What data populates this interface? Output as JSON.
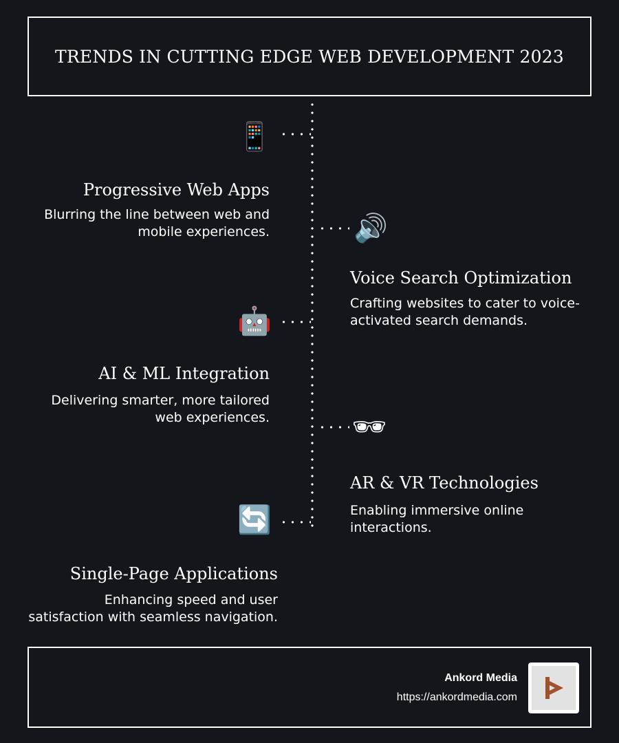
{
  "header": {
    "title": "TRENDS IN CUTTING EDGE WEB DEVELOPMENT 2023"
  },
  "trends": [
    {
      "icon": "mobile-phone-icon",
      "glyph": "📱",
      "title": "Progressive Web Apps",
      "description_lines": [
        "Blurring the line between web and",
        "mobile experiences."
      ]
    },
    {
      "icon": "speaker-icon",
      "glyph": "🔊",
      "title": "Voice Search Optimization",
      "description_lines": [
        "Crafting websites to cater to voice-",
        "activated search demands."
      ]
    },
    {
      "icon": "robot-icon",
      "glyph": "🤖",
      "title": "AI & ML Integration",
      "description_lines": [
        "Delivering smarter, more tailored",
        "web experiences."
      ]
    },
    {
      "icon": "sunglasses-icon",
      "glyph": "🕶",
      "title": "AR & VR Technologies",
      "description_lines": [
        "Enabling immersive online",
        "interactions."
      ]
    },
    {
      "icon": "refresh-icon",
      "glyph": "🔄",
      "title": "Single-Page Applications",
      "description_lines": [
        "Enhancing speed and user",
        "satisfaction with seamless navigation."
      ]
    }
  ],
  "footer": {
    "brand": "Ankord Media",
    "url": "https://ankordmedia.com",
    "logo_icon": "play-logo-icon",
    "logo_color": "#a0522d"
  },
  "colors": {
    "background": "#15161c",
    "foreground": "#ffffff"
  }
}
